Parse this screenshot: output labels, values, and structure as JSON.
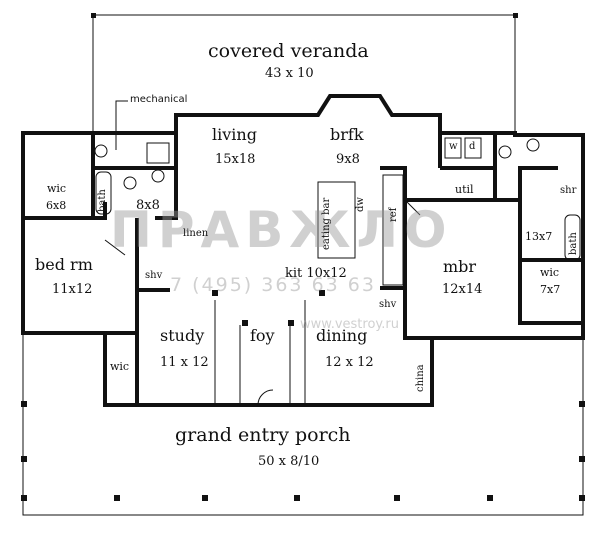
{
  "rooms": {
    "veranda": {
      "name": "covered veranda",
      "size": "43 x 10"
    },
    "mechanical": "mechanical",
    "living": {
      "name": "living",
      "size": "15x18"
    },
    "brfk": {
      "name": "brfk",
      "size": "9x8"
    },
    "wic_left": {
      "name": "wic",
      "size": "6x8"
    },
    "bath_left": "bath",
    "bath_8x8": "8x8",
    "linen": "linen",
    "bed_rm": {
      "name": "bed rm",
      "size": "11x12"
    },
    "shv_left": "shv",
    "eating_bar": "eating bar",
    "dw": "dw",
    "ref": "ref",
    "kit": "kit 10x12",
    "w": "w",
    "d": "d",
    "util": "util",
    "shr": "shr",
    "bath_13x7": "13x7",
    "bath_right": "bath",
    "mbr": {
      "name": "mbr",
      "size": "12x14"
    },
    "wic_right": {
      "name": "wic",
      "size": "7x7"
    },
    "shv_right": "shv",
    "study": {
      "name": "study",
      "size": "11 x 12"
    },
    "foy": "foy",
    "dining": {
      "name": "dining",
      "size": "12 x 12"
    },
    "wic_small": "wic",
    "china": "china",
    "porch": {
      "name": "grand entry porch",
      "size": "50 x 8/10"
    }
  },
  "watermark": {
    "logo_text": "ПРАВЖЛО",
    "phone": "7 (495) 363 63 63",
    "site": "www.vestroy.ru"
  }
}
